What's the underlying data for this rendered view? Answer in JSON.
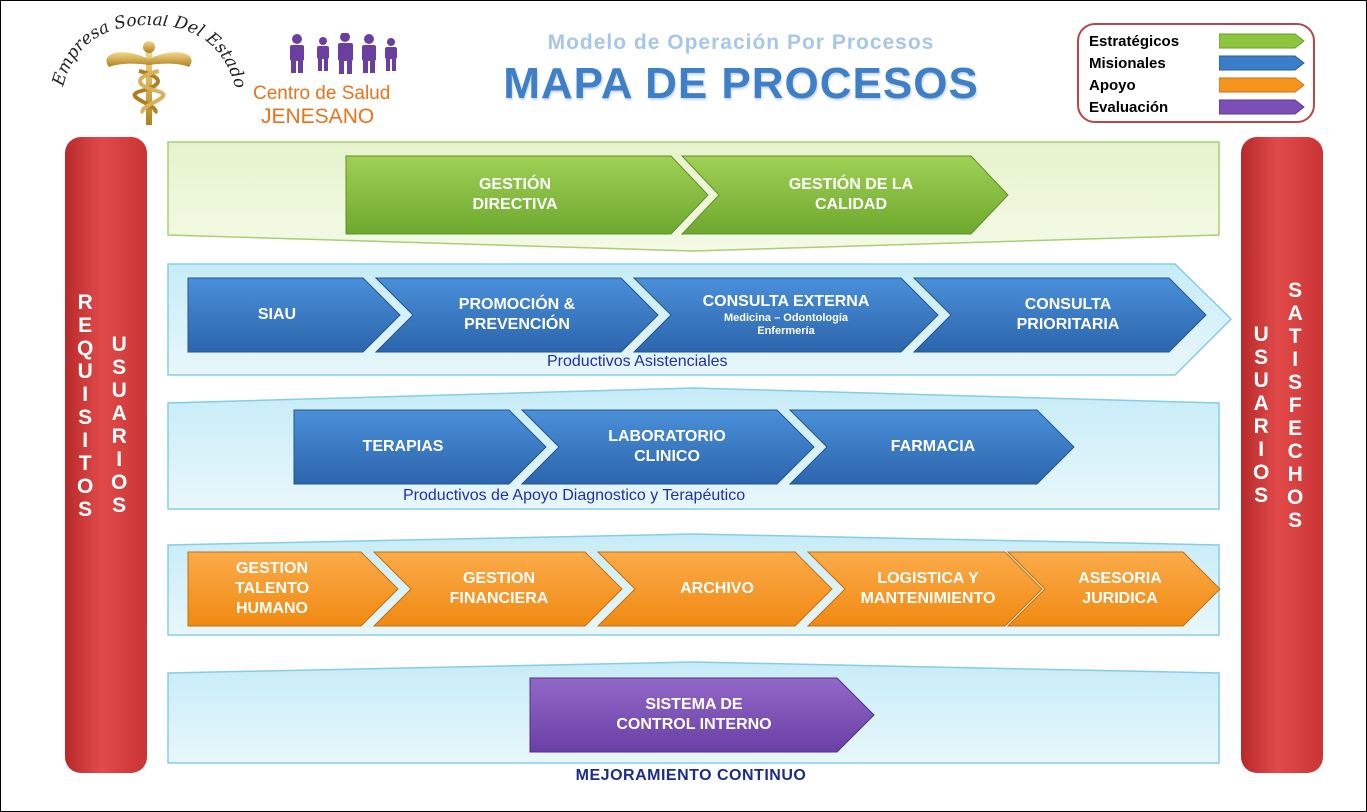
{
  "header": {
    "seal_text": "Empresa Social Del Estado",
    "clinic_name_line1": "Centro de Salud",
    "clinic_name_line2": "JENESANO",
    "subtitle": "Modelo de Operación Por Procesos",
    "title": "MAPA DE PROCESOS"
  },
  "legend": [
    {
      "label": "Estratégicos",
      "color": "#8cc63f"
    },
    {
      "label": "Misionales",
      "color": "#3a7dc9"
    },
    {
      "label": "Apoyo",
      "color": "#f7941d"
    },
    {
      "label": "Evaluación",
      "color": "#7b4fb5"
    }
  ],
  "sides": {
    "left_outer": "REQUISITOS",
    "left_inner": "USUARIOS",
    "right_inner": "USUARIOS",
    "right_outer": "SATISFECHOS"
  },
  "bands": {
    "estrategicos": {
      "items": [
        {
          "line1": "GESTIÓN",
          "line2": "DIRECTIVA"
        },
        {
          "line1": "GESTIÓN DE LA",
          "line2": "CALIDAD"
        }
      ]
    },
    "asistenciales": {
      "label": "Productivos Asistenciales",
      "items": [
        {
          "line1": "SIAU",
          "line2": ""
        },
        {
          "line1": "PROMOCIÓN &",
          "line2": "PREVENCIÓN"
        },
        {
          "line1": "CONSULTA EXTERNA",
          "line2": "Medicina – Odontología",
          "line3": "Enfermería"
        },
        {
          "line1": "CONSULTA",
          "line2": "PRIORITARIA"
        }
      ]
    },
    "diagnostico": {
      "label": "Productivos de Apoyo Diagnostico y Terapéutico",
      "items": [
        {
          "line1": "TERAPIAS",
          "line2": ""
        },
        {
          "line1": "LABORATORIO",
          "line2": "CLINICO"
        },
        {
          "line1": "FARMACIA",
          "line2": ""
        }
      ]
    },
    "apoyo": {
      "items": [
        {
          "line1": "GESTION",
          "line2": "TALENTO",
          "line3": "HUMANO"
        },
        {
          "line1": "GESTION",
          "line2": "FINANCIERA"
        },
        {
          "line1": "ARCHIVO",
          "line2": ""
        },
        {
          "line1": "LOGISTICA Y",
          "line2": "MANTENIMIENTO"
        },
        {
          "line1": "ASESORIA",
          "line2": "JURIDICA"
        }
      ]
    },
    "evaluacion": {
      "items": [
        {
          "line1": "SISTEMA DE",
          "line2": "CONTROL INTERNO"
        }
      ]
    }
  },
  "footer": "MEJORAMIENTO CONTINUO",
  "colors": {
    "green": "#8cc63f",
    "blue": "#3a7dc9",
    "orange": "#f7941d",
    "purple": "#7b4fb5",
    "red": "#d23a3a"
  }
}
